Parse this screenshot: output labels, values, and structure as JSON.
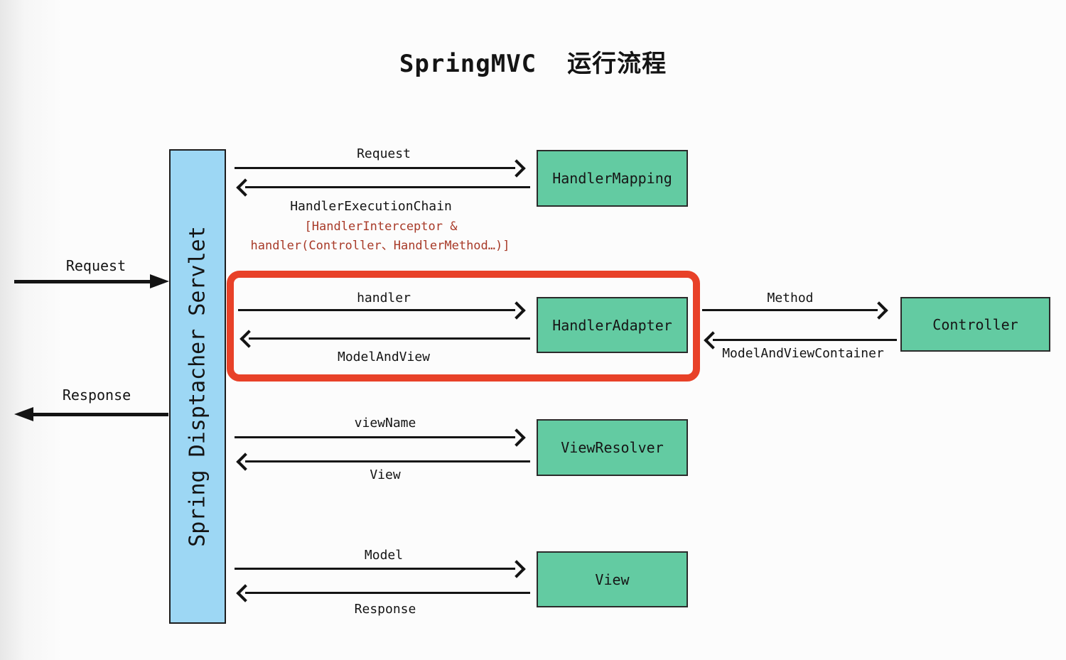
{
  "title": "SpringMVC  运行流程",
  "colors": {
    "box_green": "#63cba2",
    "servlet_blue": "#9dd7f4",
    "highlight_red": "#e84128",
    "annotation_red": "#a83a28",
    "arrow_black": "#141414"
  },
  "servlet": {
    "label": "Spring Disptacher Servlet"
  },
  "nodes": {
    "handler_mapping": "HandlerMapping",
    "handler_adapter": "HandlerAdapter",
    "controller": "Controller",
    "view_resolver": "ViewResolver",
    "view": "View"
  },
  "edges": {
    "client_request": "Request",
    "client_response": "Response",
    "to_handler_mapping": "Request",
    "from_handler_mapping": "HandlerExecutionChain",
    "chain_detail_line1": "[HandlerInterceptor &",
    "chain_detail_line2": "handler(Controller、HandlerMethod…)]",
    "to_handler_adapter": "handler",
    "from_handler_adapter": "ModelAndView",
    "to_controller": "Method",
    "from_controller": "ModelAndViewContainer",
    "to_view_resolver": "viewName",
    "from_view_resolver": "View",
    "to_view": "Model",
    "from_view": "Response"
  }
}
